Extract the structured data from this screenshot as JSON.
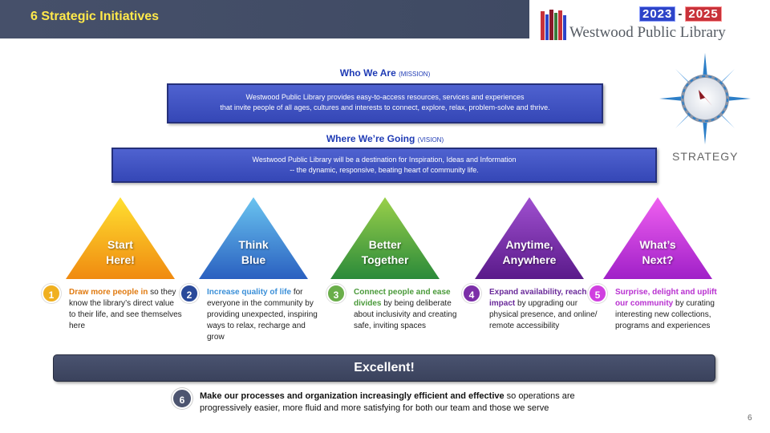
{
  "header": {
    "title": "6 Strategic Initiatives"
  },
  "logo": {
    "year_start": "2023",
    "year_end": "2025",
    "dash": "-",
    "name": "Westwood Public Library"
  },
  "mission": {
    "heading": "Who We Are",
    "tag": "(MISSION)",
    "line1": "Westwood Public Library provides easy-to-access resources, services and experiences",
    "line2": "that invite people of all ages, cultures and interests to connect, explore, relax, problem-solve and thrive."
  },
  "vision": {
    "heading": "Where We’re Going",
    "tag": "(VISION)",
    "line1": "Westwood Public Library will be a destination for Inspiration, Ideas and Information",
    "line2": "-- the dynamic, responsive, beating heart of community life."
  },
  "strategy_label": "STRATEGY",
  "initiatives": [
    {
      "num": "1",
      "tri_line1": "Start",
      "tri_line2": "Here!",
      "highlight": "Draw more people in",
      "rest": " so they know the library’s direct value to their life, and see themselves here",
      "color": "#f0a020"
    },
    {
      "num": "2",
      "tri_line1": "Think",
      "tri_line2": "Blue",
      "highlight": "Increase quality of life",
      "rest": " for everyone in the community by providing unexpected, inspiring ways to relax, recharge and grow",
      "color": "#3a8fd8"
    },
    {
      "num": "3",
      "tri_line1": "Better",
      "tri_line2": "Together",
      "highlight": "Connect people and ease divides",
      "rest": " by being deliberate about inclusivity and creating safe, inviting spaces",
      "color": "#5aa84a"
    },
    {
      "num": "4",
      "tri_line1": "Anytime,",
      "tri_line2": "Anywhere",
      "highlight": "Expand availability, reach & impact",
      "rest": " by upgrading our physical presence, and online/ remote accessibility",
      "color": "#7b2fa8"
    },
    {
      "num": "5",
      "tri_line1": "What’s",
      "tri_line2": "Next?",
      "highlight": "Surprise, delight and uplift our community",
      "rest": " by curating interesting new collections, programs and experiences",
      "color": "#c040d8"
    }
  ],
  "excellent": {
    "label": "Excellent!"
  },
  "sixth": {
    "num": "6",
    "highlight": "Make our processes and organization increasingly efficient and effective",
    "rest": " so operations are progressively easier, more fluid and more satisfying for both our team and those we serve"
  },
  "page_number": "6",
  "colors": {
    "header_text": "#ffe94a",
    "heading_blue": "#1f3bb5",
    "init1_text": "#e07a10",
    "init2_text": "#3a8fd8",
    "init3_text": "#4a9a3a",
    "init4_text": "#6a2a9a",
    "init5_text": "#b830d0"
  }
}
